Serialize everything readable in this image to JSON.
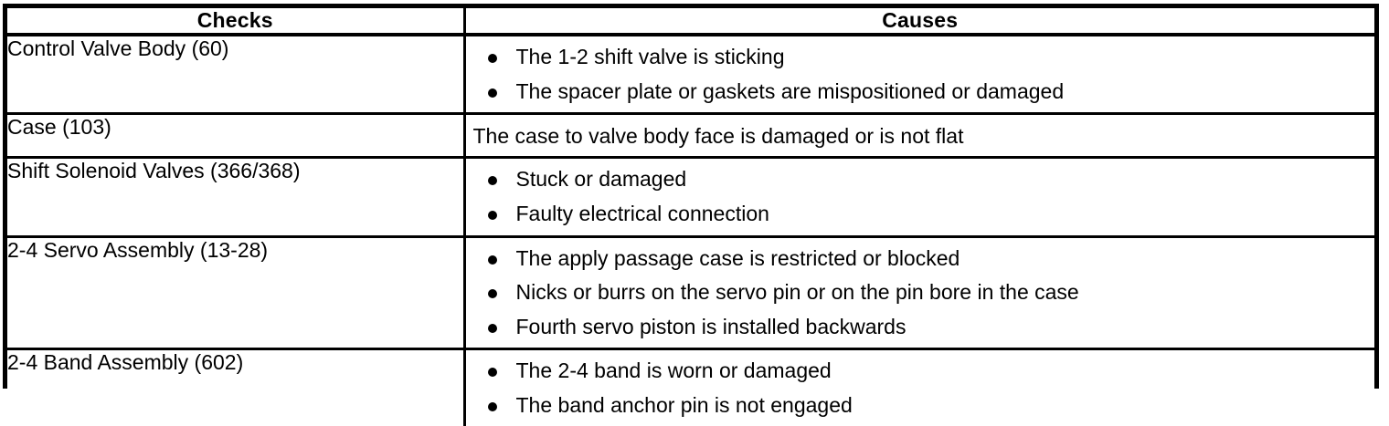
{
  "table": {
    "columns": [
      {
        "key": "checks",
        "header": "Checks"
      },
      {
        "key": "causes",
        "header": "Causes"
      }
    ],
    "rows": [
      {
        "check": "Control Valve Body (60)",
        "causes_style": "bulleted",
        "causes": [
          "The 1-2 shift valve is sticking",
          "The spacer plate or gaskets are mispositioned or damaged"
        ]
      },
      {
        "check": "Case (103)",
        "causes_style": "plain",
        "causes": [
          "The case to valve body face is damaged or is not flat"
        ]
      },
      {
        "check": "Shift Solenoid Valves (366/368)",
        "causes_style": "bulleted",
        "causes": [
          "Stuck or damaged",
          "Faulty electrical connection"
        ]
      },
      {
        "check": "2-4 Servo Assembly (13-28)",
        "causes_style": "bulleted",
        "causes": [
          "The apply passage case is restricted or blocked",
          "Nicks or burrs on the servo pin or on the pin bore in the case",
          "Fourth servo piston is installed backwards"
        ]
      },
      {
        "check": "2-4 Band Assembly (602)",
        "causes_style": "bulleted",
        "causes": [
          "The 2-4 band is worn or damaged",
          "The band anchor pin is not engaged"
        ]
      }
    ]
  },
  "colors": {
    "border": "#000000",
    "text": "#000000",
    "background": "#ffffff"
  }
}
